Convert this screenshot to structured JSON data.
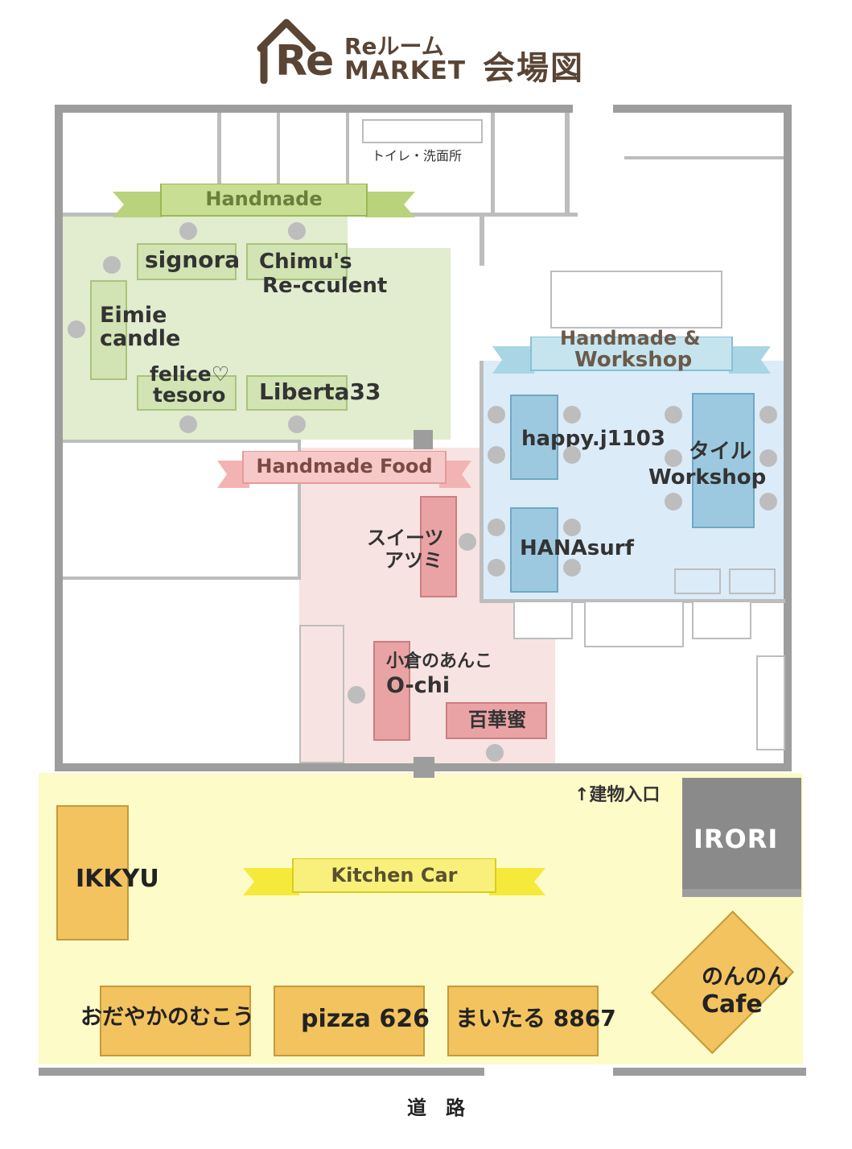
{
  "header": {
    "logo_re_small": "Reルーム",
    "logo_market": "MARKET",
    "logo_mark": "Re",
    "map_title": "会場図"
  },
  "rooms": {
    "toilet_label": "トイレ・洗面所",
    "entrance_label": "↑建物入口",
    "road_label": "道　路",
    "irori_label": "IRORI"
  },
  "zones": {
    "handmade": "Handmade",
    "handmade_workshop_line1": "Handmade &",
    "handmade_workshop_line2": "Workshop",
    "handmade_food": "Handmade Food",
    "kitchen_car": "Kitchen Car"
  },
  "booths": {
    "signora": "signora",
    "chimu_line1": "Chimu's",
    "chimu_line2": "Re-cculent",
    "eimie_line1": "Eimie",
    "eimie_line2": "candle",
    "felice_line1": "felice♡",
    "felice_line2": "tesoro",
    "liberta": "Liberta33",
    "happy": "happy.j1103",
    "tile_line1": "タイル",
    "tile_line2": "Workshop",
    "hana": "HANAsurf",
    "sweets_line1": "スイーツ",
    "sweets_line2": "アツミ",
    "ogura_line1": "小倉のあんこ",
    "ogura_line2": "O-chi",
    "hyakka": "百華蜜",
    "ikkyu": "IKKYU",
    "odayaka": "おだやかのむこう",
    "pizza": "pizza 626",
    "maitaru": "まいたる 8867",
    "nonnon_line1": "のんのん",
    "nonnon_line2": "Cafe"
  },
  "colors": {
    "handmade_zone": "#e2eccf",
    "handmade_table": "#d2e3b4",
    "workshop_zone": "#dcebf8",
    "workshop_table": "#9cc9e0",
    "food_zone": "#f7e3e1",
    "food_table": "#e9a3a5",
    "kitchen_zone": "#fdfbc7",
    "kitchen_table": "#f2c35f",
    "irori": "#8a8a8a",
    "wall": "#9d9d9d",
    "logo": "#5a4434"
  }
}
